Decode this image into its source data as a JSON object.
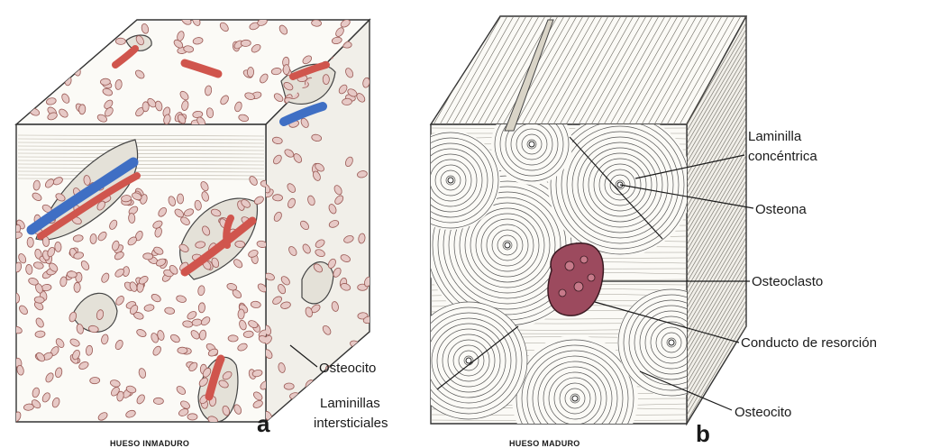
{
  "panels": {
    "a": {
      "letter": "a",
      "caption": "HUESO INMADURO",
      "labels": {
        "osteocito": "Osteocito"
      }
    },
    "b": {
      "letter": "b",
      "caption": "HUESO MADURO",
      "labels": {
        "laminilla_line1": "Laminilla",
        "laminilla_line2": "concéntrica",
        "osteona": "Osteona",
        "osteoclasto": "Osteoclasto",
        "conducto": "Conducto de resorción",
        "osteocito": "Osteocito",
        "intersticiales_line1": "Laminillas",
        "intersticiales_line2": "intersticiales"
      }
    }
  },
  "colors": {
    "cell_fill": "#e7c9c6",
    "cell_stroke": "#9a5a55",
    "vessel_red": "#d0554d",
    "vessel_blue": "#3f6fc4",
    "osteoclast": "#9c4a5e",
    "bone_face": "#fbfaf6",
    "bone_side": "#f1efe9"
  }
}
